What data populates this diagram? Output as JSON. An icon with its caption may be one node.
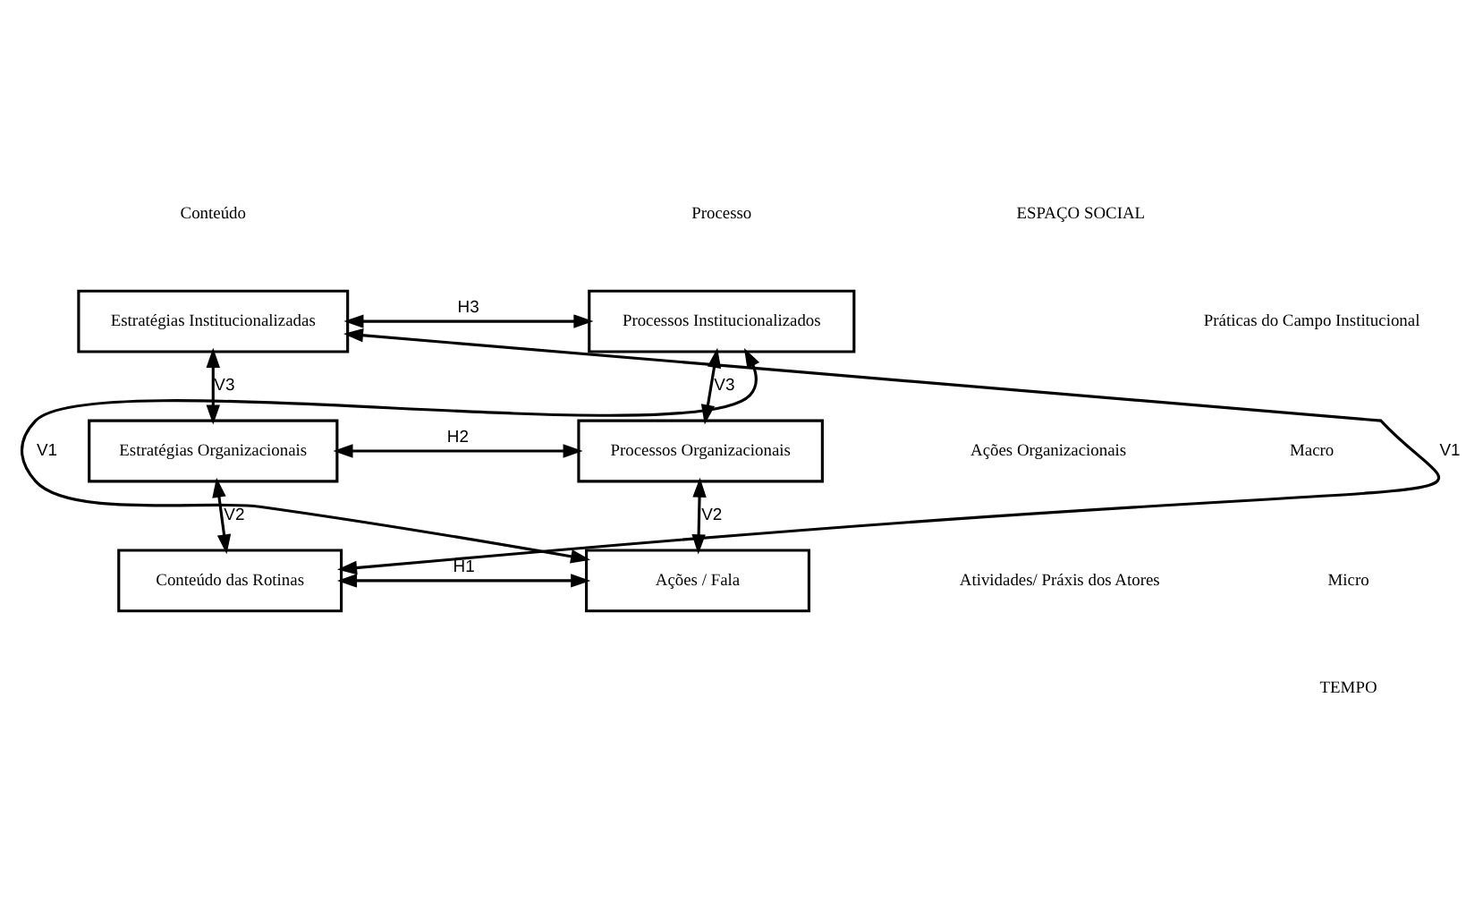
{
  "diagram": {
    "nodes": [
      {
        "text": [
          "Estratégias Institucionalizadas"
        ]
      },
      {
        "text": [
          "Processos Institucionalizados"
        ]
      },
      {
        "text": [
          "Estratégias Organizacionais"
        ]
      },
      {
        "text": [
          "Processos Organizacionais"
        ]
      },
      {
        "text": [
          "Conteúdo das Rotinas"
        ]
      },
      {
        "text": [
          "Ações / Fala"
        ]
      }
    ],
    "edges": [
      {
        "from": 0,
        "to": 1,
        "arrow": "both",
        "label": "H3"
      },
      {
        "from": 0,
        "to": 2,
        "arrow": "both",
        "label": "V3"
      },
      {
        "from": 1,
        "to": 3,
        "arrow": "both",
        "label": "V3"
      },
      {
        "from": 2,
        "to": 3,
        "arrow": "both",
        "label": "H2"
      },
      {
        "from": 2,
        "to": 4,
        "arrow": "both",
        "label": "V2"
      },
      {
        "from": 3,
        "to": 5,
        "arrow": "both",
        "label": "V2"
      },
      {
        "from": 4,
        "to": 5,
        "arrow": "both",
        "label": "H1"
      },
      {
        "from": 0,
        "to": 4,
        "arrow": "both",
        "label": "V1"
      },
      {
        "from": 1,
        "to": 5,
        "arrow": "both",
        "label": "V1"
      }
    ],
    "labels": [
      "ESPAÇO SOCIAL",
      "Conteúdo",
      "Processo",
      "Práticas do Campo Institucional",
      "Macro",
      "Ações Organizacionais",
      "Atividades/ Práxis dos Atores",
      "Micro",
      "TEMPO"
    ]
  }
}
